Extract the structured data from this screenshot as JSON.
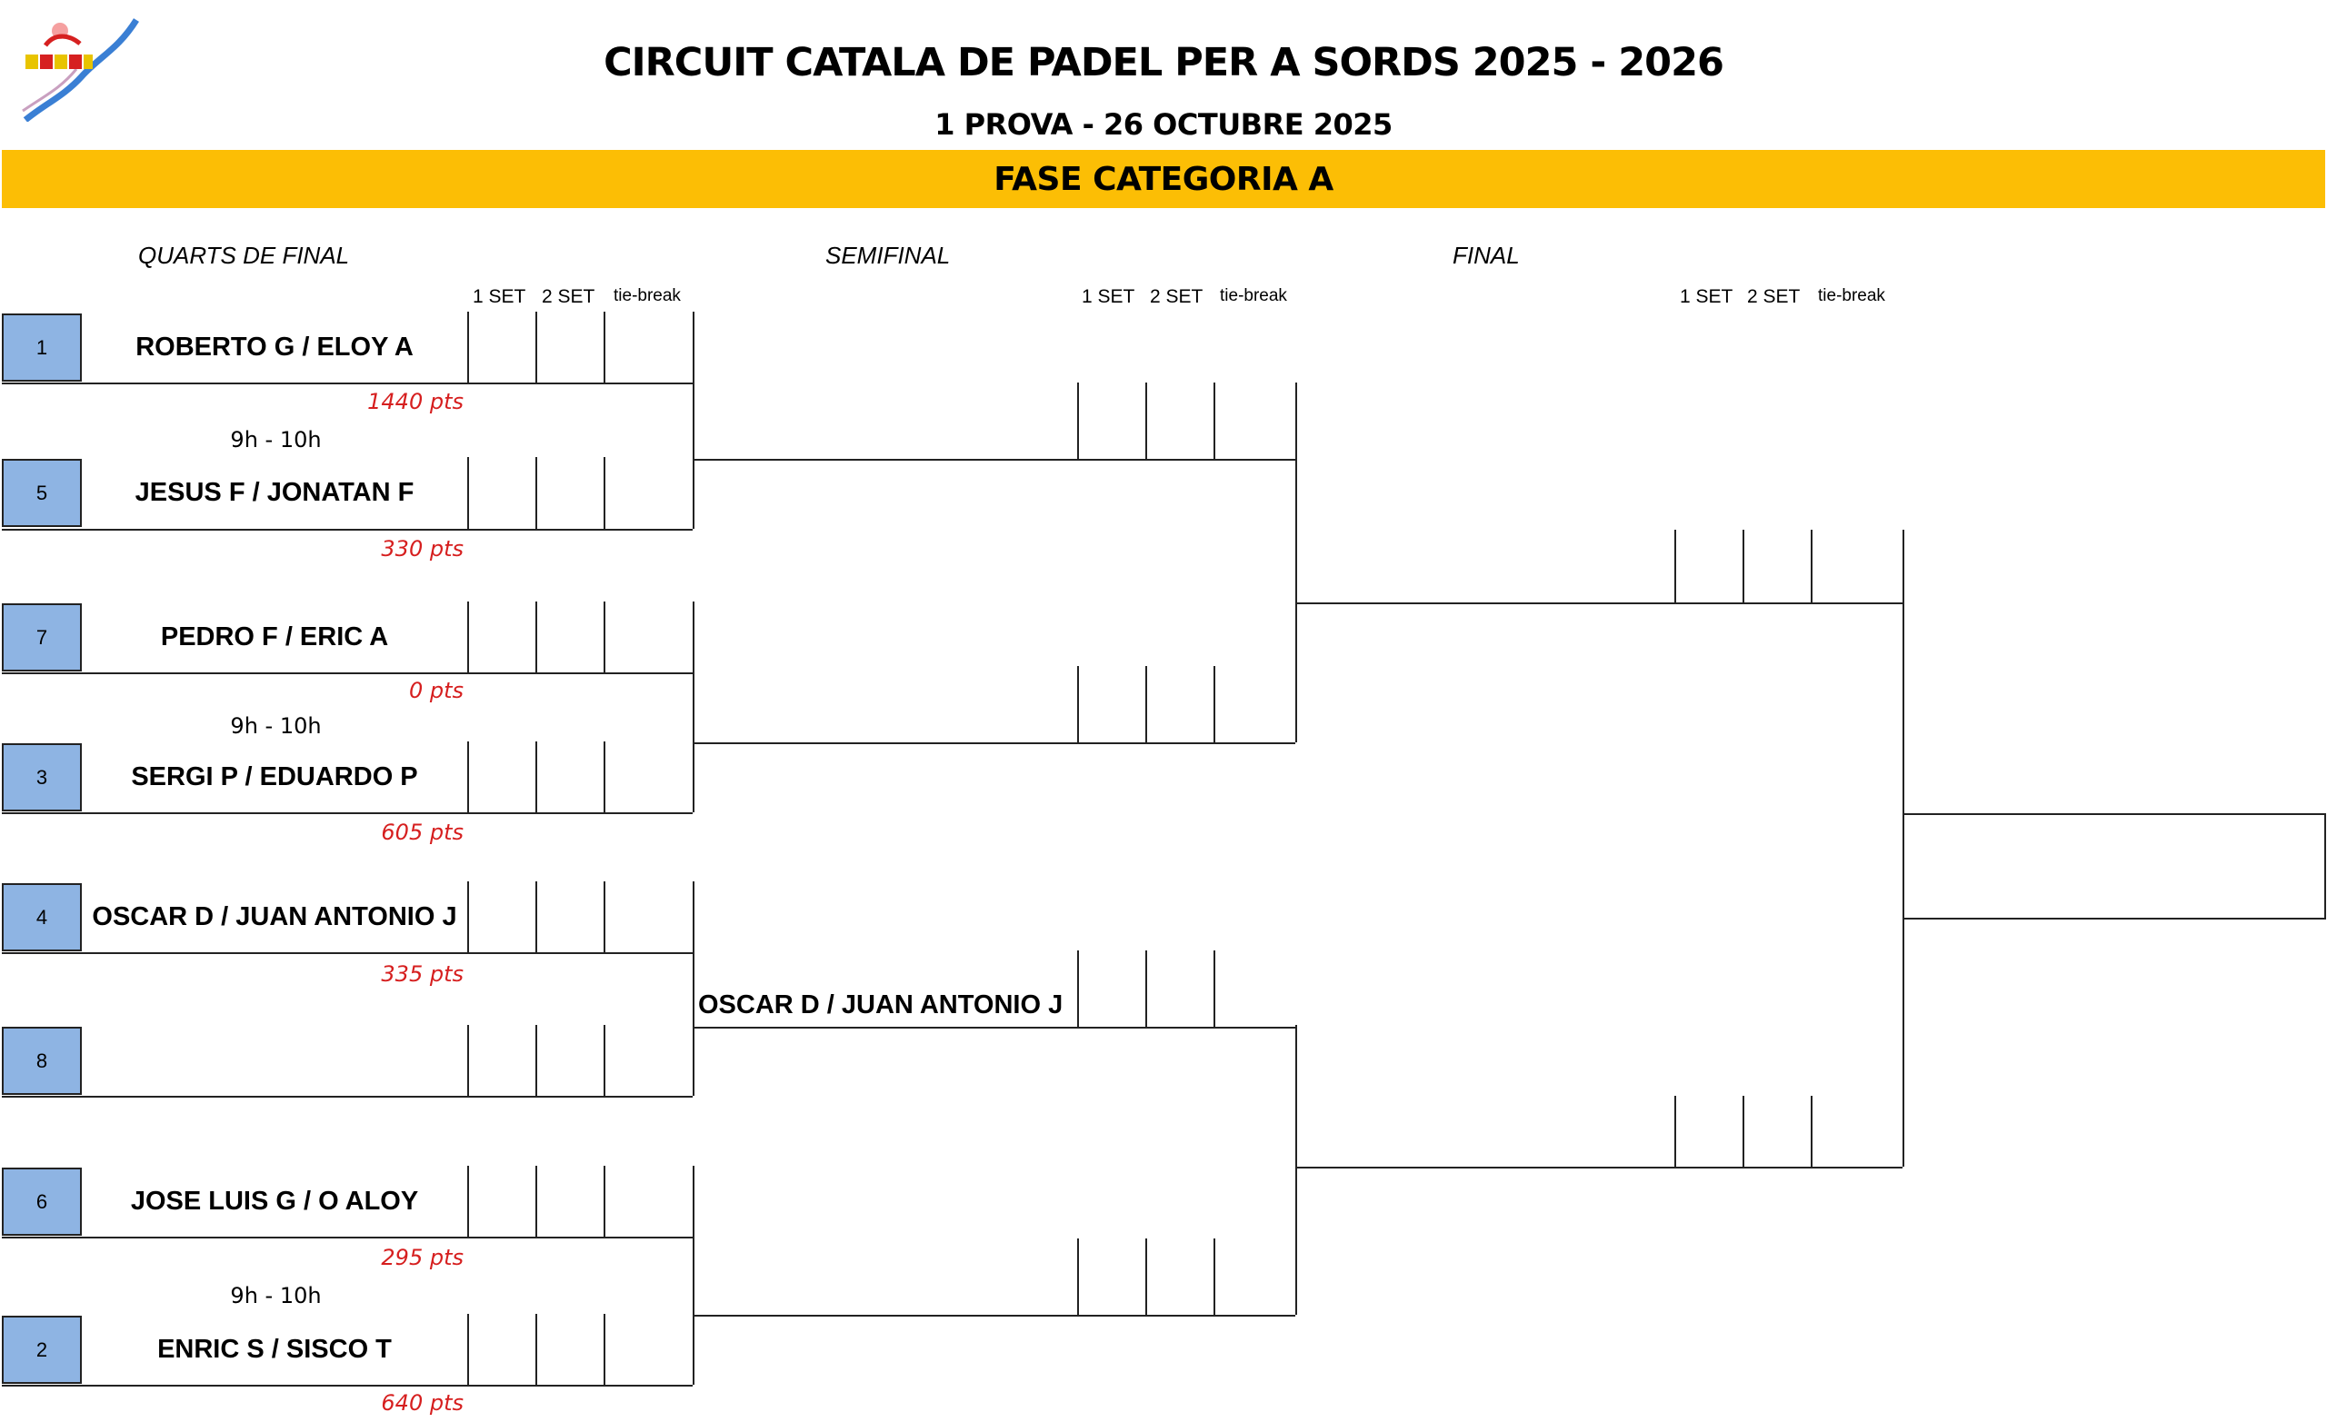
{
  "header": {
    "title": "CIRCUIT CATALA DE PADEL PER A SORDS 2025 - 2026",
    "subtitle": "1 PROVA - 26 OCTUBRE 2025",
    "banner": "FASE CATEGORIA A"
  },
  "colors": {
    "banner": "#fcbe05",
    "seed": "#8eb4e3",
    "points": "#d61f1f"
  },
  "rounds": {
    "quarters": "QUARTS DE FINAL",
    "semis": "SEMIFINAL",
    "final": "FINAL"
  },
  "score_columns": {
    "set1": "1 SET",
    "set2": "2 SET",
    "tiebreak": "tie-break"
  },
  "quarterfinal_slots": [
    {
      "seed": "1",
      "team": "ROBERTO G / ELOY A",
      "points": "1440 pts"
    },
    {
      "seed": "5",
      "team": "JESUS F / JONATAN F",
      "points": "330 pts"
    },
    {
      "seed": "7",
      "team": "PEDRO F / ERIC A",
      "points": "0 pts"
    },
    {
      "seed": "3",
      "team": "SERGI P / EDUARDO P",
      "points": "605 pts"
    },
    {
      "seed": "4",
      "team": "OSCAR D / JUAN ANTONIO J",
      "points": "335 pts"
    },
    {
      "seed": "8",
      "team": "",
      "points": ""
    },
    {
      "seed": "6",
      "team": "JOSE LUIS G / O ALOY",
      "points": "295 pts"
    },
    {
      "seed": "2",
      "team": "ENRIC S / SISCO T",
      "points": "640 pts"
    }
  ],
  "match_times": [
    "9h - 10h",
    "9h - 10h",
    "9h - 10h"
  ],
  "semifinal_slots": [
    "",
    "",
    "OSCAR D / JUAN ANTONIO J",
    ""
  ],
  "final_slots": [
    "",
    ""
  ],
  "champion": ""
}
